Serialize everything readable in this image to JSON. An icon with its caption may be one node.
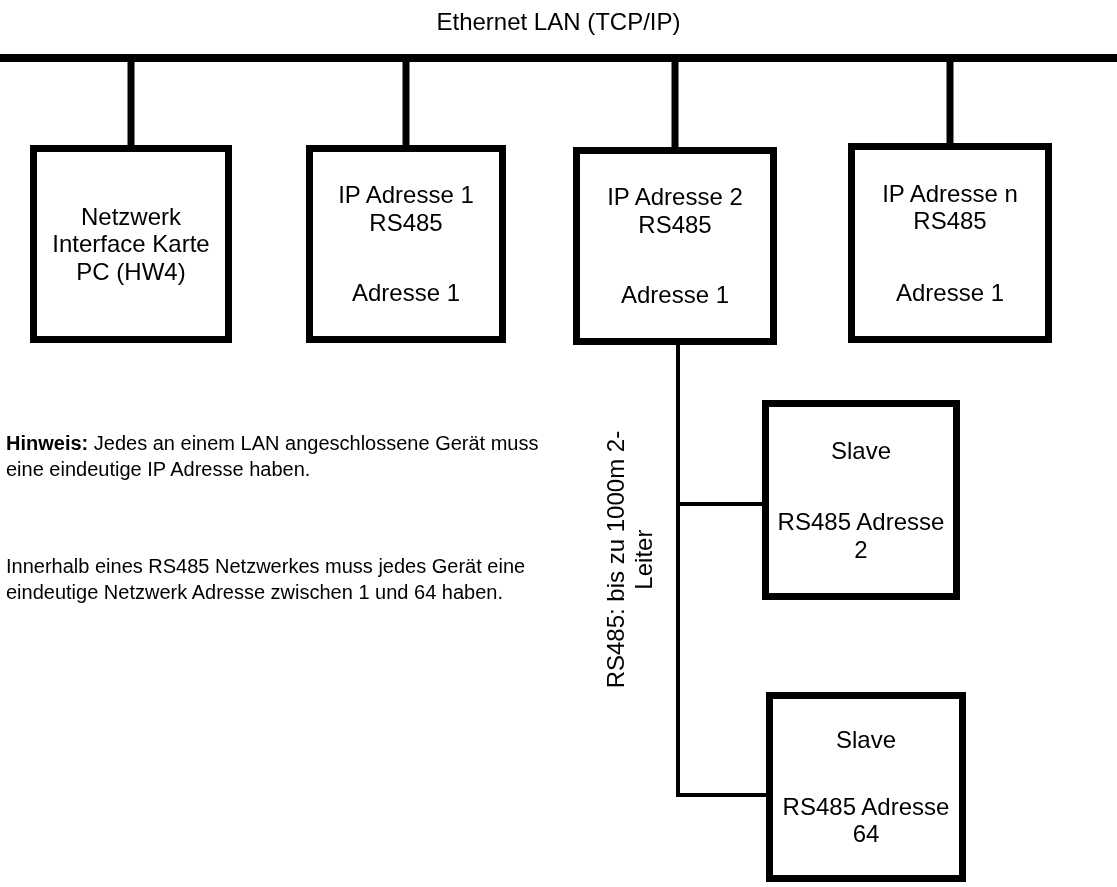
{
  "diagram": {
    "nodes": [
      {
        "text": [
          "Ethernet LAN (TCP/IP)"
        ]
      },
      {
        "text": [
          "Netzwerk Interface Karte PC (HW4)"
        ]
      },
      {
        "text": [
          "IP Adresse 1 RS485",
          "Adresse 1"
        ]
      },
      {
        "text": [
          "IP Adresse 2 RS485",
          "Adresse 1"
        ]
      },
      {
        "text": [
          "IP Adresse n RS485",
          "Adresse 1"
        ]
      },
      {
        "text": [
          "Slave",
          "RS485 Adresse 2"
        ]
      },
      {
        "text": [
          "Slave",
          "RS485 Adresse 64"
        ]
      }
    ],
    "edges": [
      {
        "from": 0,
        "to": 1,
        "arrow": "none"
      },
      {
        "from": 0,
        "to": 2,
        "arrow": "none"
      },
      {
        "from": 0,
        "to": 3,
        "arrow": "none"
      },
      {
        "from": 0,
        "to": 4,
        "arrow": "none"
      },
      {
        "from": 3,
        "to": 5,
        "arrow": "none"
      },
      {
        "from": 3,
        "to": 6,
        "arrow": "none",
        "label": "RS485: bis zu 1000m 2-Leiter"
      }
    ],
    "labels": [
      "**Hinweis:** Jedes an einem LAN angeschlossene Gerät muss eine eindeutige IP Adresse haben.",
      "Innerhalb eines RS485 Netzwerkes muss jedes Gerät eine eindeutige Netzwerk Adresse zwischen 1 und 64 haben."
    ]
  }
}
